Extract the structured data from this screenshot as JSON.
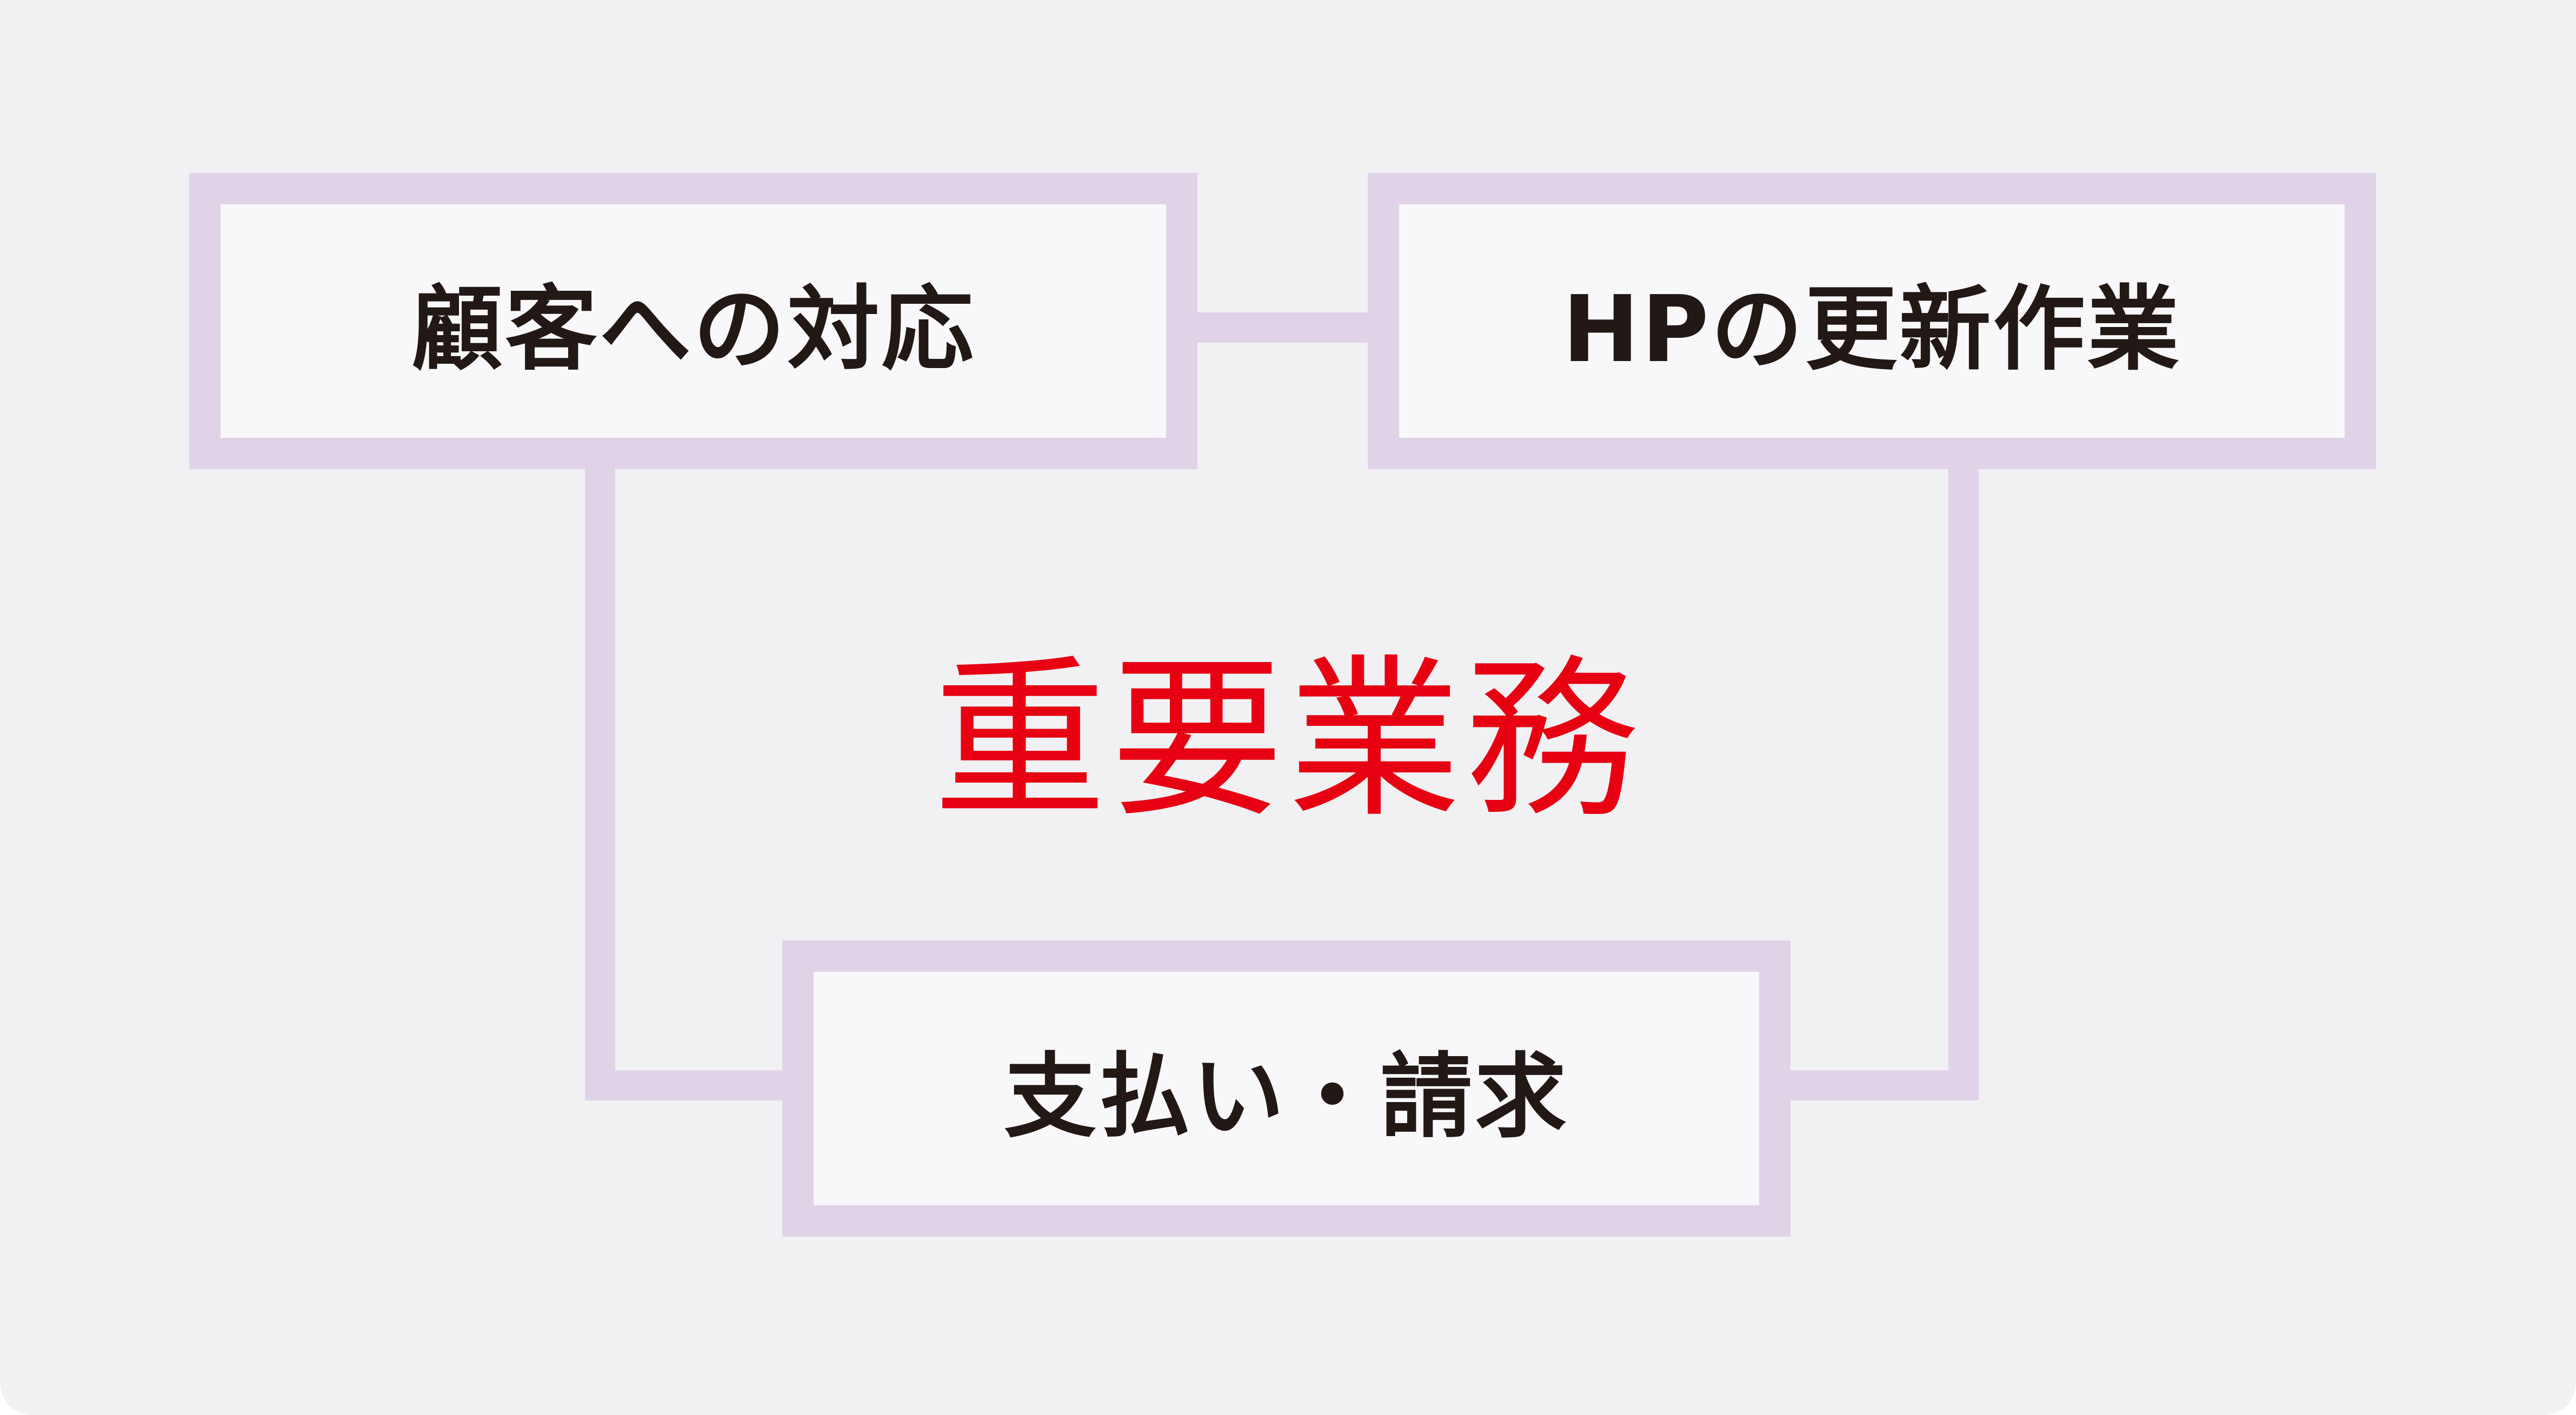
{
  "diagram": {
    "center_label": "重要業務",
    "boxes": {
      "customer": "顧客への対応",
      "hp_update": "HPの更新作業",
      "payment": "支払い・請求"
    },
    "colors": {
      "background": "#f1f1f3",
      "box_border": "#e0d3e8",
      "box_fill": "#f8f8fb",
      "box_text": "#221815",
      "center_text": "#e60012"
    }
  }
}
